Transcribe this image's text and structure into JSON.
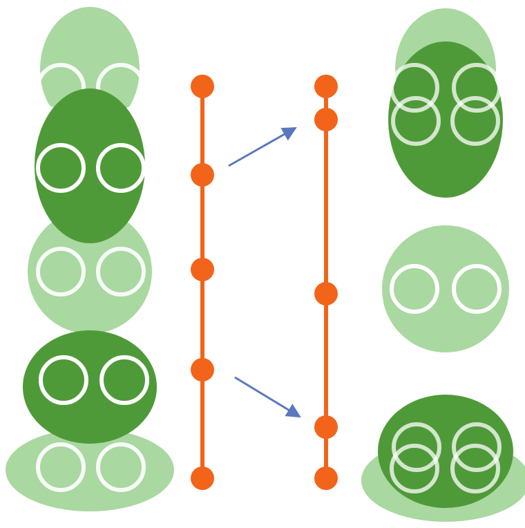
{
  "colors": {
    "background": "#ffffff",
    "light_green": "#a9d8a0",
    "dark_green": "#4f9a38",
    "ring": "#ffffff",
    "timeline": "#f26419",
    "arrow": "#5a78c0"
  },
  "left_column": {
    "shapes": [
      "light-green-egg",
      "dark-green-egg",
      "light-green-circle",
      "dark-green-oval",
      "light-green-flat-oval"
    ],
    "eye_pairs_per_shape": 1
  },
  "timelines": {
    "left_line": {
      "node_count": 5
    },
    "right_line": {
      "node_count": 5
    }
  },
  "arrows": [
    {
      "from": "left-line-node-2",
      "to": "right-line-node-2"
    },
    {
      "from": "left-line-node-4",
      "to": "right-line-node-4"
    }
  ],
  "right_column": {
    "shapes": [
      "merged-egg-pair",
      "light-green-circle",
      "merged-oval-pair"
    ],
    "merged_groups_eye_pairs": 2,
    "single_group_eye_pairs": 1
  }
}
